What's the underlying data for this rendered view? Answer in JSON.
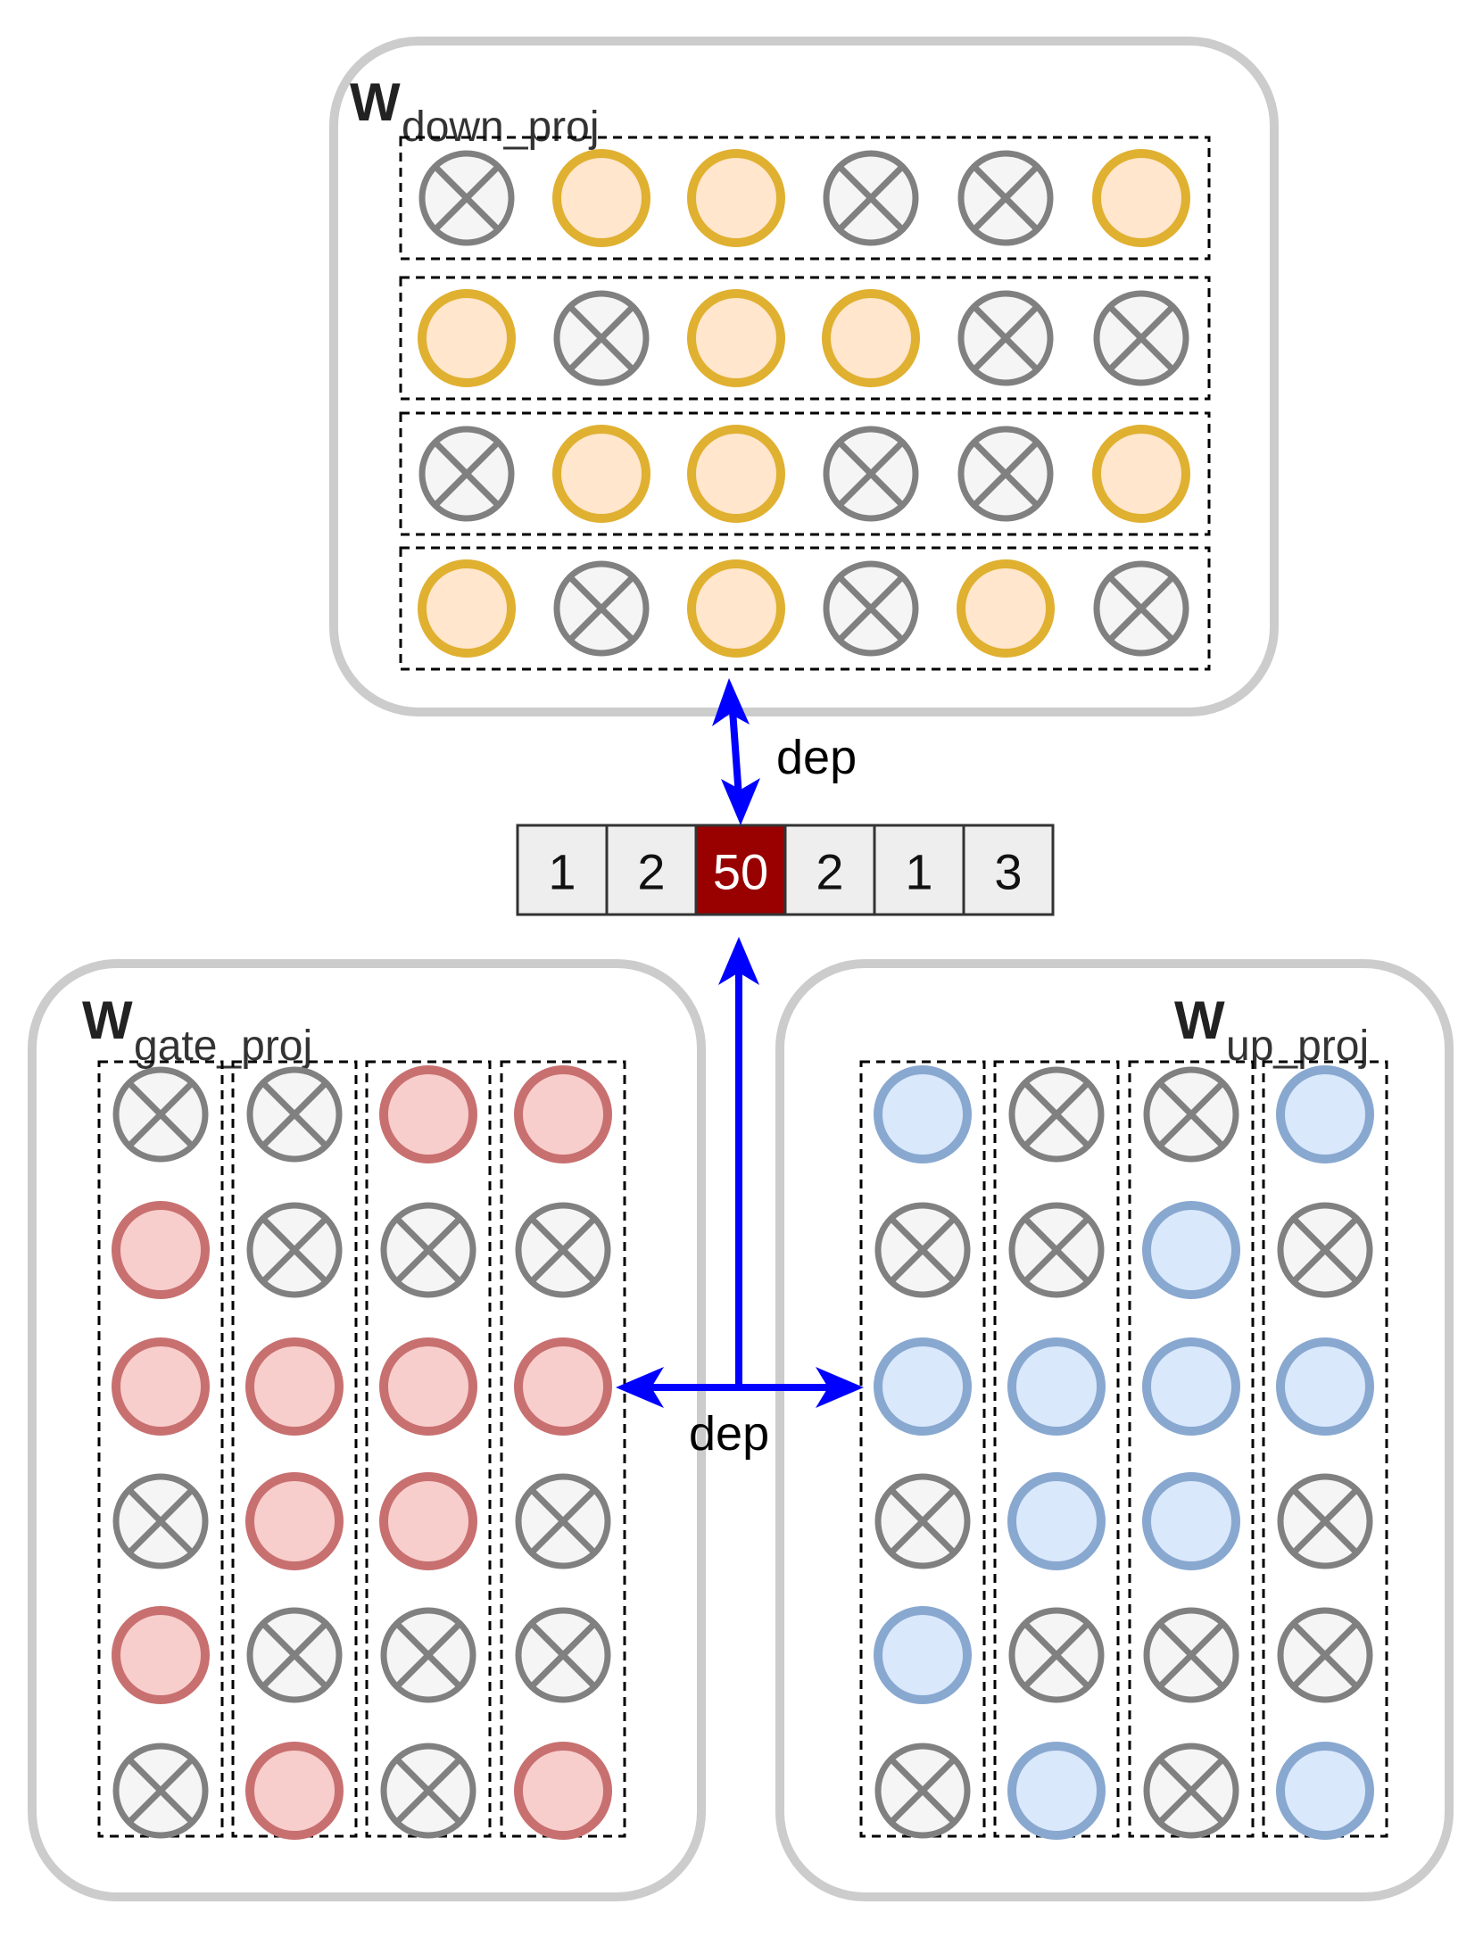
{
  "colors": {
    "pruned_fill": "#f5f5f5",
    "pruned_stroke": "#808080",
    "arrow": "#0000ff",
    "highlight_cell": "#990000",
    "cell_fill": "#eeeeee"
  },
  "down_proj": {
    "label_main": "W",
    "label_sub": "down_proj",
    "orientation": "rows",
    "active_fill": "#ffe6cc",
    "active_stroke": "#e0b030",
    "groups": [
      [
        "pruned",
        "active",
        "active",
        "pruned",
        "pruned",
        "active"
      ],
      [
        "active",
        "pruned",
        "active",
        "active",
        "pruned",
        "pruned"
      ],
      [
        "pruned",
        "active",
        "active",
        "pruned",
        "pruned",
        "active"
      ],
      [
        "active",
        "pruned",
        "active",
        "pruned",
        "active",
        "pruned"
      ]
    ]
  },
  "gate_proj": {
    "label_main": "W",
    "label_sub": "gate_proj",
    "orientation": "columns",
    "active_fill": "#f8cecc",
    "active_stroke": "#c87070",
    "groups": [
      [
        "pruned",
        "active",
        "active",
        "pruned",
        "active",
        "pruned"
      ],
      [
        "pruned",
        "pruned",
        "active",
        "active",
        "pruned",
        "active"
      ],
      [
        "active",
        "pruned",
        "active",
        "active",
        "pruned",
        "pruned"
      ],
      [
        "active",
        "pruned",
        "active",
        "pruned",
        "pruned",
        "active"
      ]
    ]
  },
  "up_proj": {
    "label_main": "W",
    "label_sub": "up_proj",
    "orientation": "columns",
    "active_fill": "#dae8fc",
    "active_stroke": "#88a8d0",
    "groups": [
      [
        "active",
        "pruned",
        "active",
        "pruned",
        "active",
        "pruned"
      ],
      [
        "pruned",
        "pruned",
        "active",
        "active",
        "pruned",
        "active"
      ],
      [
        "pruned",
        "active",
        "active",
        "active",
        "pruned",
        "pruned"
      ],
      [
        "active",
        "pruned",
        "active",
        "pruned",
        "pruned",
        "active"
      ]
    ]
  },
  "vector": {
    "values": [
      "1",
      "2",
      "50",
      "2",
      "1",
      "3"
    ],
    "highlight_index": 2
  },
  "dependency": {
    "top_label": "dep",
    "bottom_label": "dep"
  }
}
